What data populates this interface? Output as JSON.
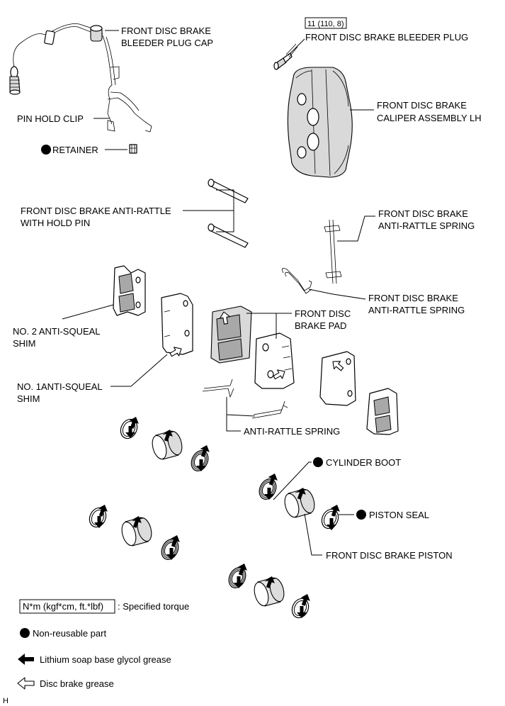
{
  "labels": {
    "bleeder_plug_cap": [
      "FRONT DISC BRAKE",
      "BLEEDER PLUG CAP"
    ],
    "torque_value": "11 (110, 8)",
    "bleeder_plug": "FRONT DISC BRAKE BLEEDER PLUG",
    "caliper": [
      "FRONT DISC BRAKE",
      "CALIPER ASSEMBLY LH"
    ],
    "pin_hold_clip": "PIN HOLD CLIP",
    "retainer": "RETAINER",
    "anti_rattle_pin": [
      "FRONT DISC BRAKE ANTI-RATTLE",
      "WITH HOLD PIN"
    ],
    "anti_rattle_spring_a": [
      "FRONT DISC BRAKE",
      "ANTI-RATTLE SPRING"
    ],
    "anti_rattle_spring_b": [
      "FRONT DISC BRAKE",
      "ANTI-RATTLE SPRING"
    ],
    "no2_shim": [
      "NO. 2 ANTI-SQUEAL",
      "SHIM"
    ],
    "brake_pad": [
      "FRONT DISC",
      "BRAKE PAD"
    ],
    "no1_shim": [
      "NO. 1ANTI-SQUEAL",
      "SHIM"
    ],
    "anti_rattle_spring": "ANTI-RATTLE SPRING",
    "cylinder_boot": "CYLINDER BOOT",
    "piston_seal": "PISTON SEAL",
    "piston": "FRONT DISC BRAKE PISTON"
  },
  "legend": {
    "torque_box": "N*m (kgf*cm, ft.*lbf)",
    "torque_desc": ": Specified torque",
    "non_reusable": "Non-reusable part",
    "lithium_grease": "Lithium soap base glycol grease",
    "disc_grease": "Disc brake grease"
  },
  "footer_mark": "H",
  "icons": {
    "non_reusable": "filled-circle-icon",
    "lithium_grease": "solid-arrow-icon",
    "disc_grease": "hollow-arrow-icon"
  }
}
